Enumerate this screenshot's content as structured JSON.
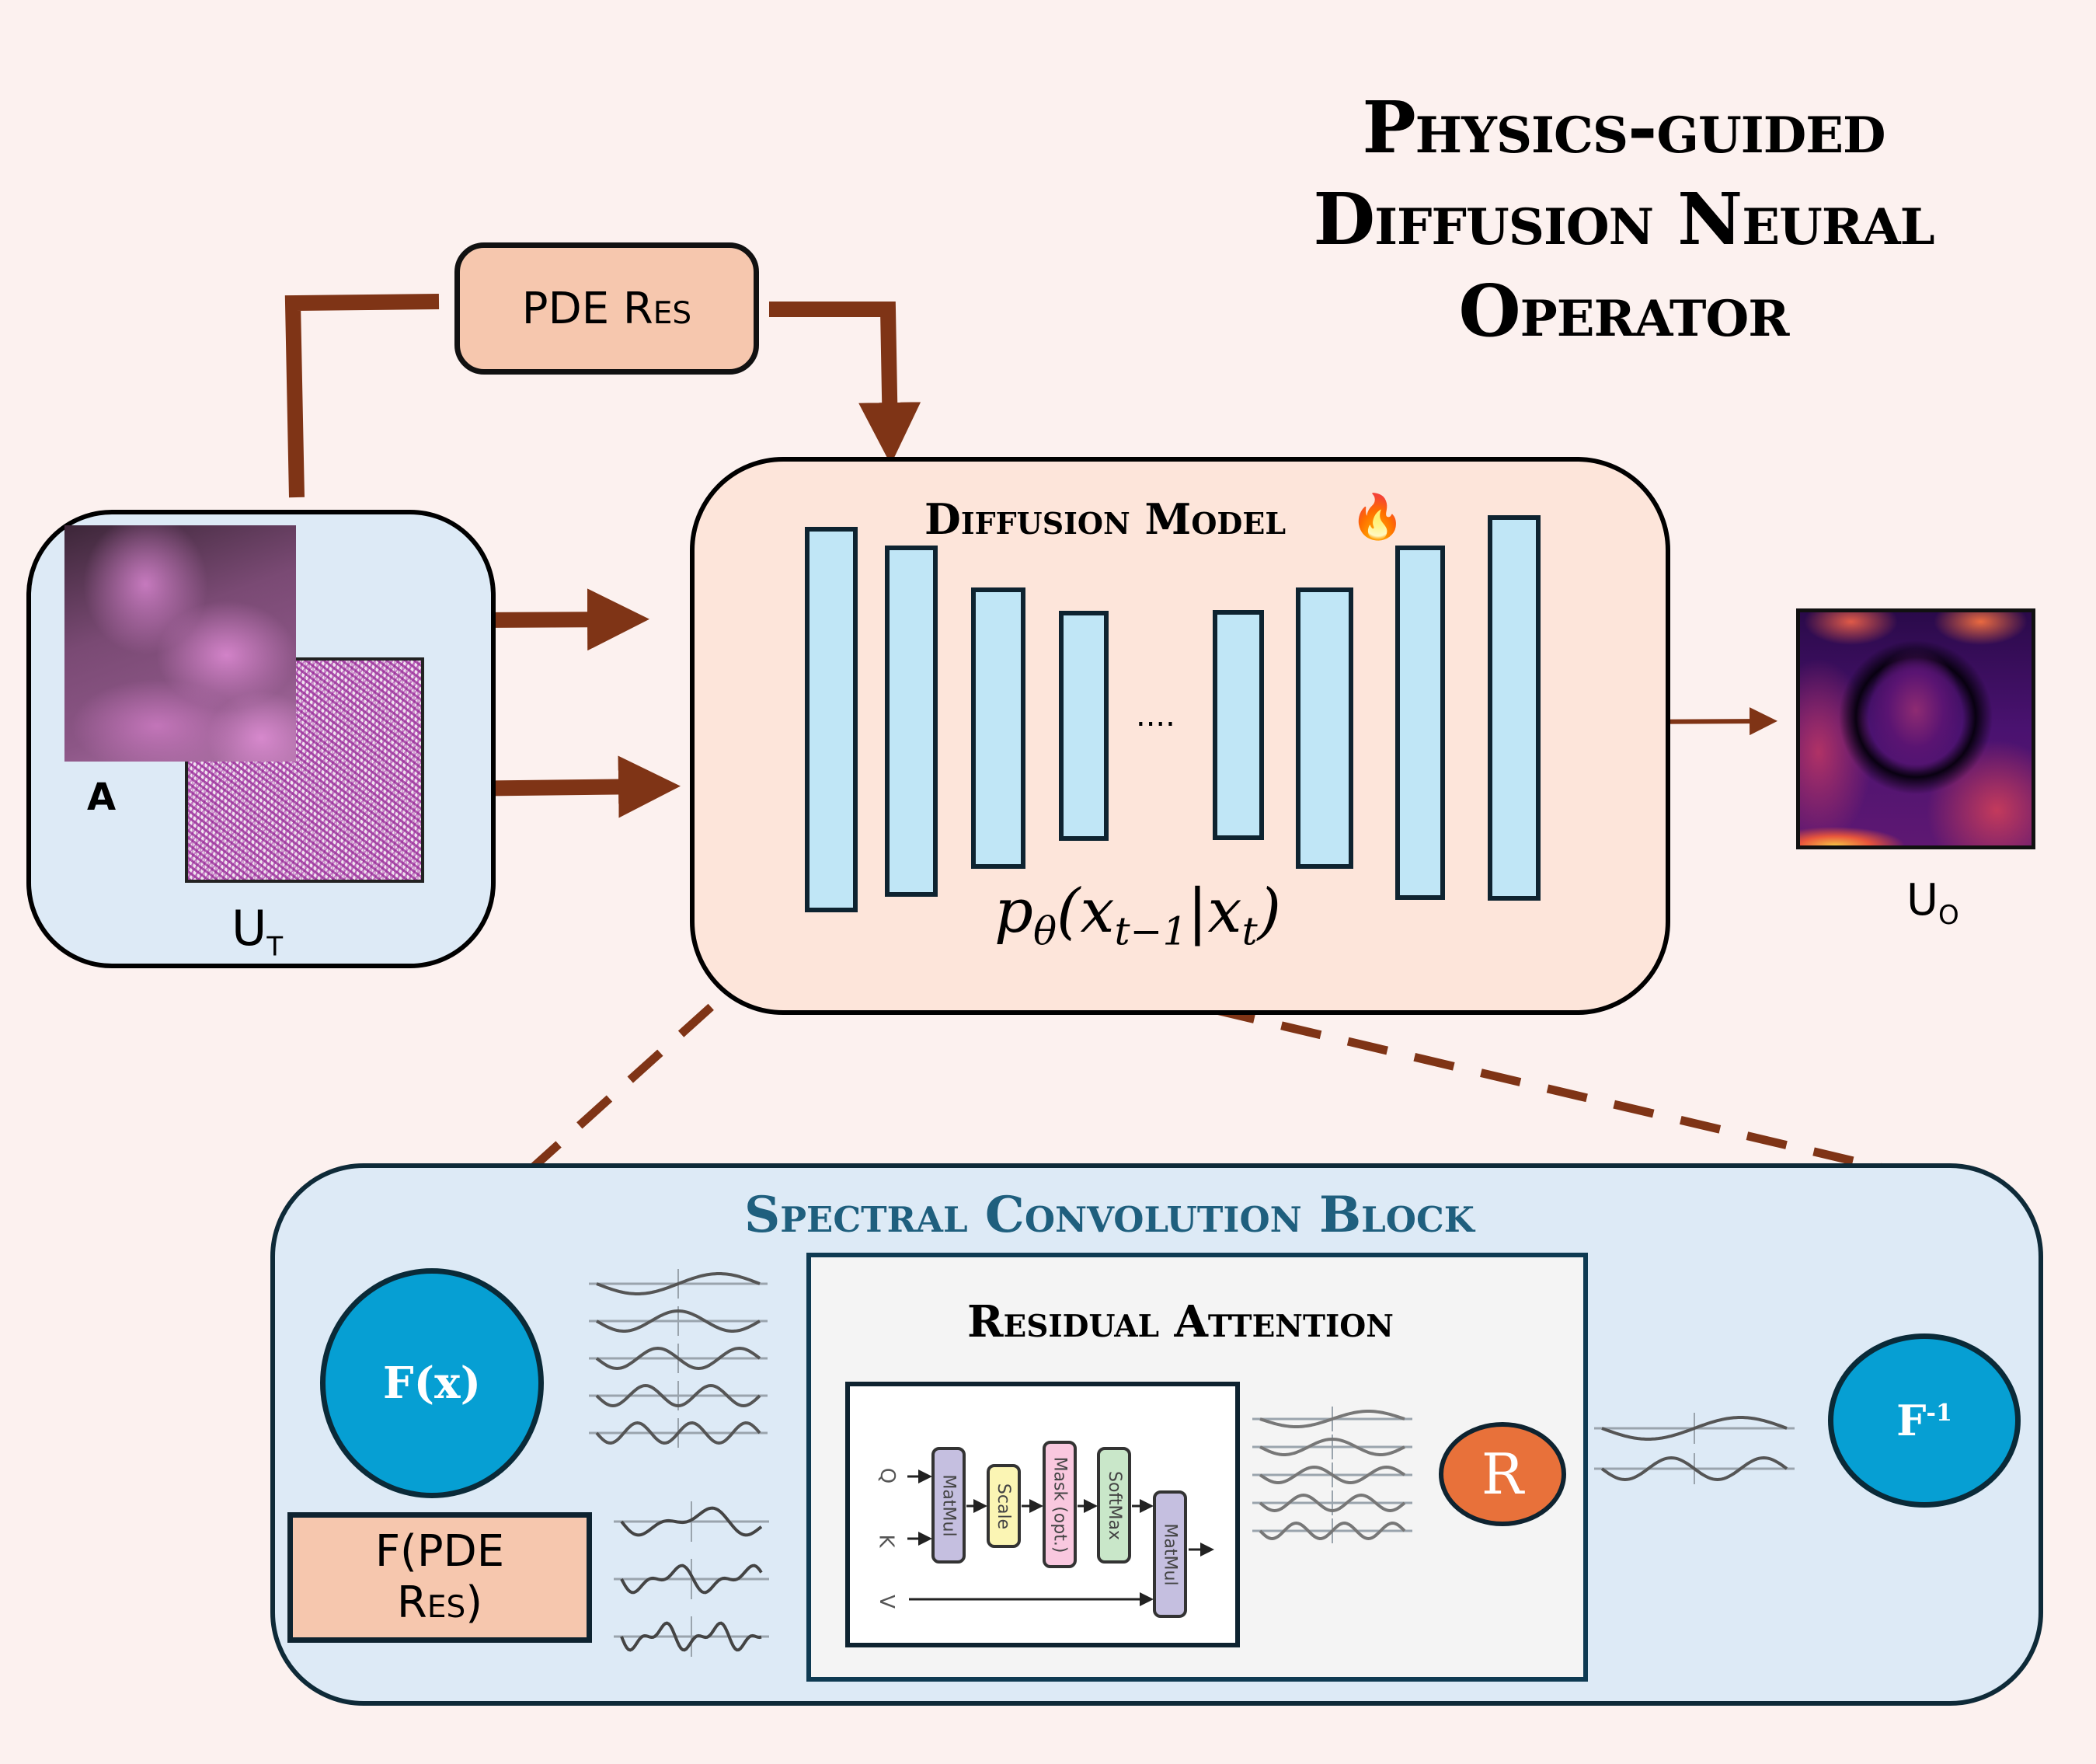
{
  "title": {
    "line1": "Physics-guided",
    "line2": "Diffusion Neural",
    "line3": "Operator"
  },
  "pde_res": {
    "label": "PDE Res"
  },
  "inputs": {
    "a_label": "A",
    "ut_label_main": "U",
    "ut_label_sub": "T"
  },
  "diffusion_model": {
    "title": "Diffusion Model",
    "icon": "fire-icon",
    "icon_glyph": "🔥",
    "ellipsis": "....",
    "formula_main": "p",
    "formula_theta": "θ",
    "formula_open": "(x",
    "formula_sub1": "t−1",
    "formula_mid": "|x",
    "formula_sub2": "t",
    "formula_close": ")",
    "layer_count": 8
  },
  "output": {
    "uo_label_main": "U",
    "uo_label_sub": "O"
  },
  "spectral_block": {
    "title": "Spectral Convolution Block",
    "fx_label": "F(x)",
    "finv_main": "F",
    "finv_sup": "-1",
    "fpde_line1": "F(PDE",
    "fpde_line2": "Res)",
    "residual_attention": {
      "title": "Residual Attention",
      "inputs": [
        "Q",
        "K",
        "V"
      ],
      "ops": [
        "MatMul",
        "Scale",
        "Mask (opt.)",
        "SoftMax",
        "MatMul"
      ],
      "r_label": "R"
    }
  },
  "colors": {
    "arrow": "#7f3416",
    "blue_circle": "#069fd3",
    "orange_circle": "#e8713a",
    "salmon_box": "#f6c7ae",
    "layer_fill": "#c0e6f6",
    "title_teal": "#1f5f7e",
    "op_matmul": "#c5bfe0",
    "op_scale": "#fbf5b4",
    "op_mask": "#f9c8df",
    "op_softmax": "#c9e7c9"
  }
}
